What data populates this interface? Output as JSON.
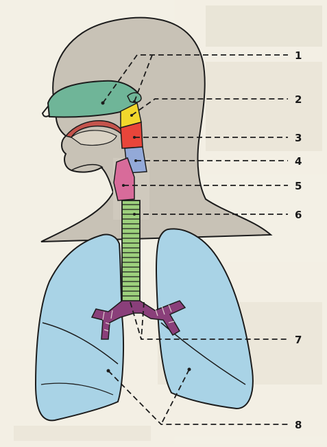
{
  "diagram": {
    "labels": [
      "1",
      "2",
      "3",
      "4",
      "5",
      "6",
      "7",
      "8"
    ]
  },
  "colors": {
    "paper": "#f3efe4",
    "head": "#c8c2b6",
    "nasal_cavity": "#6fb598",
    "nasopharynx": "#f2d72c",
    "oropharynx": "#e8453a",
    "laryngopharynx": "#93a9d8",
    "larynx": "#d86b9a",
    "trachea": "#9dd07d",
    "bronchi": "#8a3f7a",
    "lungs": "#a9d3e6",
    "mouth": "#c4544c",
    "outline": "#1c1c1c"
  }
}
